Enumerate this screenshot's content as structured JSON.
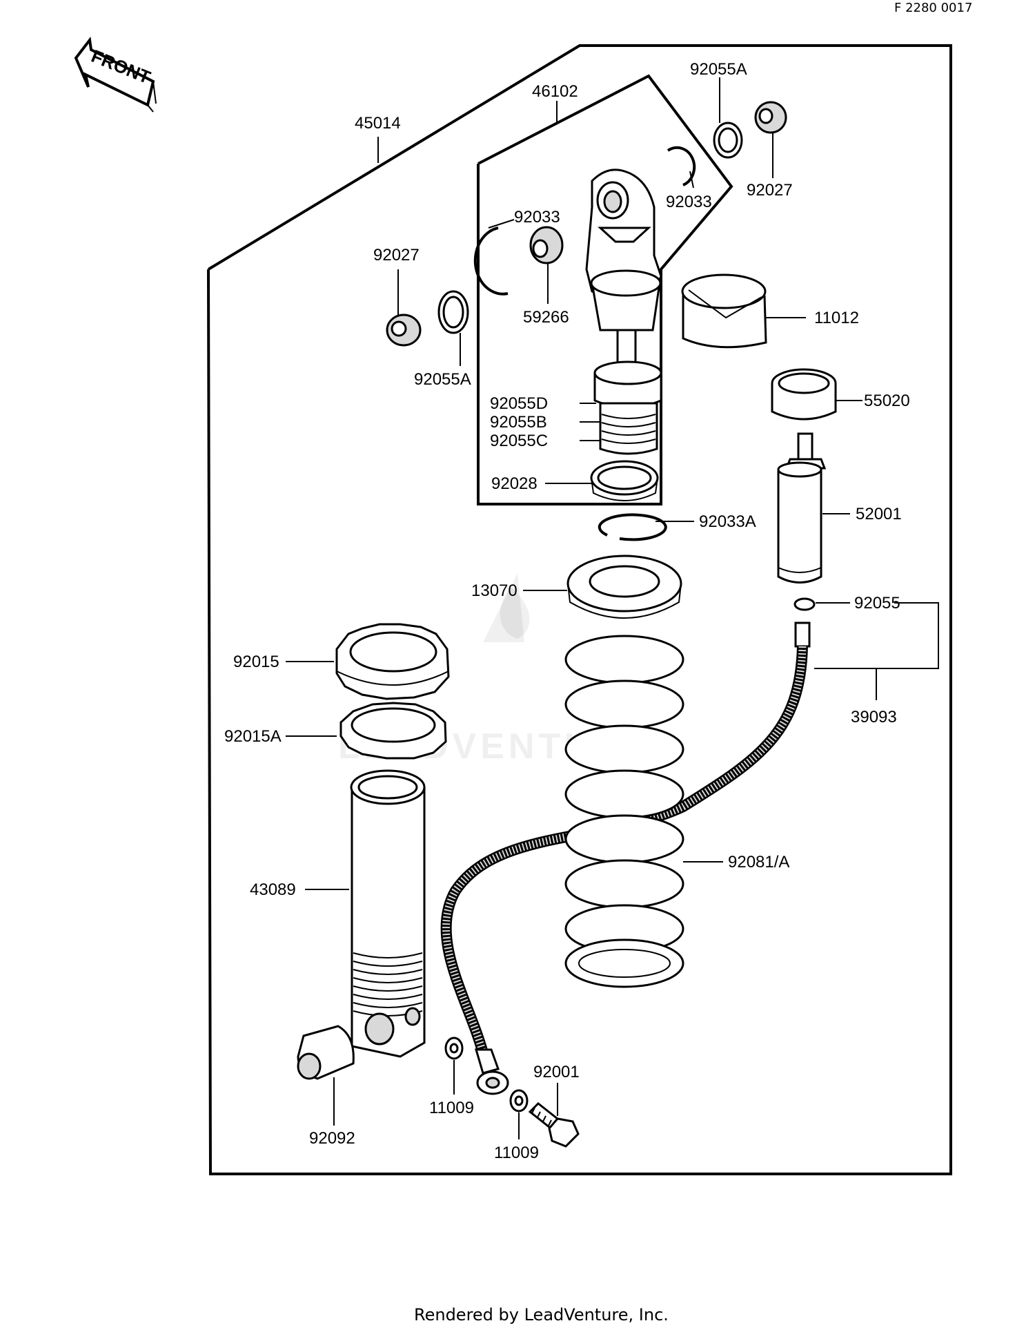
{
  "page": {
    "figure_code": "F 2280 0017",
    "front_label": "FRONT",
    "watermark_text": "LEADVENTURE",
    "footer": "Rendered by LeadVenture, Inc."
  },
  "callouts": {
    "c45014": "45014",
    "c46102": "46102",
    "c92055A_top": "92055A",
    "c92027_right": "92027",
    "c92033_right": "92033",
    "c92033_left": "92033",
    "c92027_left": "92027",
    "c59266": "59266",
    "c11012": "11012",
    "c92055A_left": "92055A",
    "c92055D": "92055D",
    "c92055B": "92055B",
    "c92055C": "92055C",
    "c55020": "55020",
    "c92028": "92028",
    "c52001": "52001",
    "c92033A": "92033A",
    "c13070": "13070",
    "c92055": "92055",
    "c92015": "92015",
    "c39093": "39093",
    "c92015A": "92015A",
    "c92081A": "92081/A",
    "c43089": "43089",
    "c92001": "92001",
    "c11009_a": "11009",
    "c11009_b": "11009",
    "c92092": "92092"
  }
}
